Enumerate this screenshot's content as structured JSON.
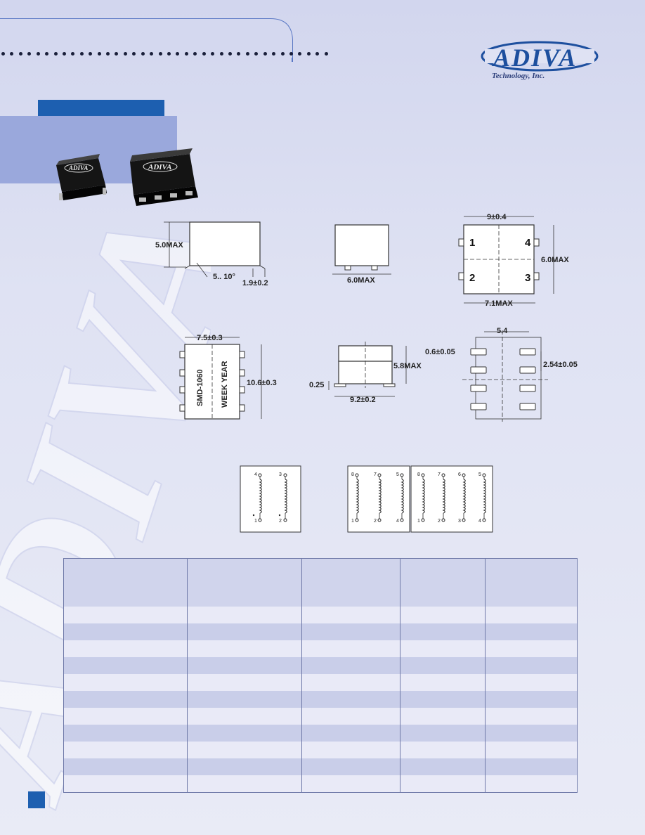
{
  "brand": {
    "logo_text": "ADIVA",
    "subtitle": "Technology, Inc."
  },
  "dimensions": {
    "height_max": "5.0MAX",
    "angle": "5.. 10°",
    "pin_offset": "1.9±0.2",
    "side_width_max": "6.0MAX",
    "top_width": "9±0.4",
    "top_height_max": "6.0MAX",
    "top_pin_width_max": "7.1MAX",
    "pins_4": [
      "1",
      "4",
      "2",
      "3"
    ],
    "large_width": "7.5±0.3",
    "large_height": "10.6±0.3",
    "marking_1": "SMD-1060",
    "marking_2": "WEEK YEAR",
    "large_side_height_max": "5.8MAX",
    "standoff": "0.25",
    "large_side_width": "9.2±0.2",
    "pad_pitch_width": "5.4",
    "pad_size": "0.6±0.05",
    "pad_pitch": "2.54±0.05"
  },
  "schematics": {
    "s1": {
      "top": [
        "4",
        "3"
      ],
      "bottom": [
        "1",
        "2"
      ]
    },
    "s2": {
      "top": [
        "8",
        "7",
        "5"
      ],
      "bottom": [
        "1",
        "2",
        "4"
      ]
    },
    "s3": {
      "top": [
        "8",
        "7",
        "6",
        "5"
      ],
      "bottom": [
        "1",
        "2",
        "3",
        "4"
      ]
    }
  },
  "colors": {
    "accent": "#1d5fb0",
    "table_stripe": "#c9cee9",
    "table_light": "#e9eaf7"
  }
}
